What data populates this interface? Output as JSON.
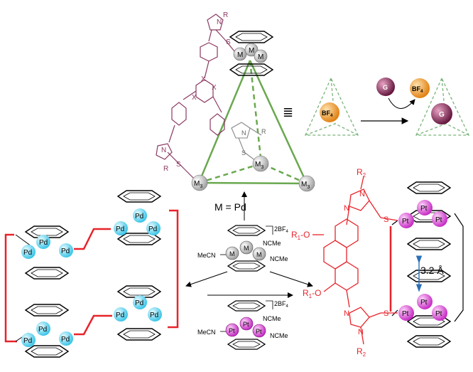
{
  "labels": {
    "metal_m": "M",
    "metal_m3": "M",
    "sub_3": "3",
    "metal_pd": "Pd",
    "metal_pt": "Pt",
    "m_equals_pd": "M = Pd",
    "guest_g": "G",
    "bf4_base": "BF",
    "bf4_sub": "4",
    "equiv_symbol": "≣",
    "counter_ion_base": "2BF",
    "counter_ion_sub": "4",
    "ncme": "NCMe",
    "mecn": "MeCN",
    "distance": "3.2 Å",
    "r": "R",
    "r2_base": "R",
    "r2_sub": "2",
    "r1o_base": "R",
    "r1o_sub": "1",
    "r1o_suffix": "-O",
    "n": "N",
    "s": "S",
    "x": "X"
  },
  "colors": {
    "cage_edge": "#6aa84f",
    "ligand_purple": "#8b3a62",
    "ligand_red": "#e8232a",
    "pd_fill": "#5fd3f0",
    "pt_fill": "#d94fd6",
    "metal_gray": "#c8c8c8",
    "bf4_orange": "#f29a1f",
    "guest_maroon": "#7a1f4a",
    "dashed_green": "#7ab37a",
    "arrow_blue": "#2a6fb8"
  }
}
